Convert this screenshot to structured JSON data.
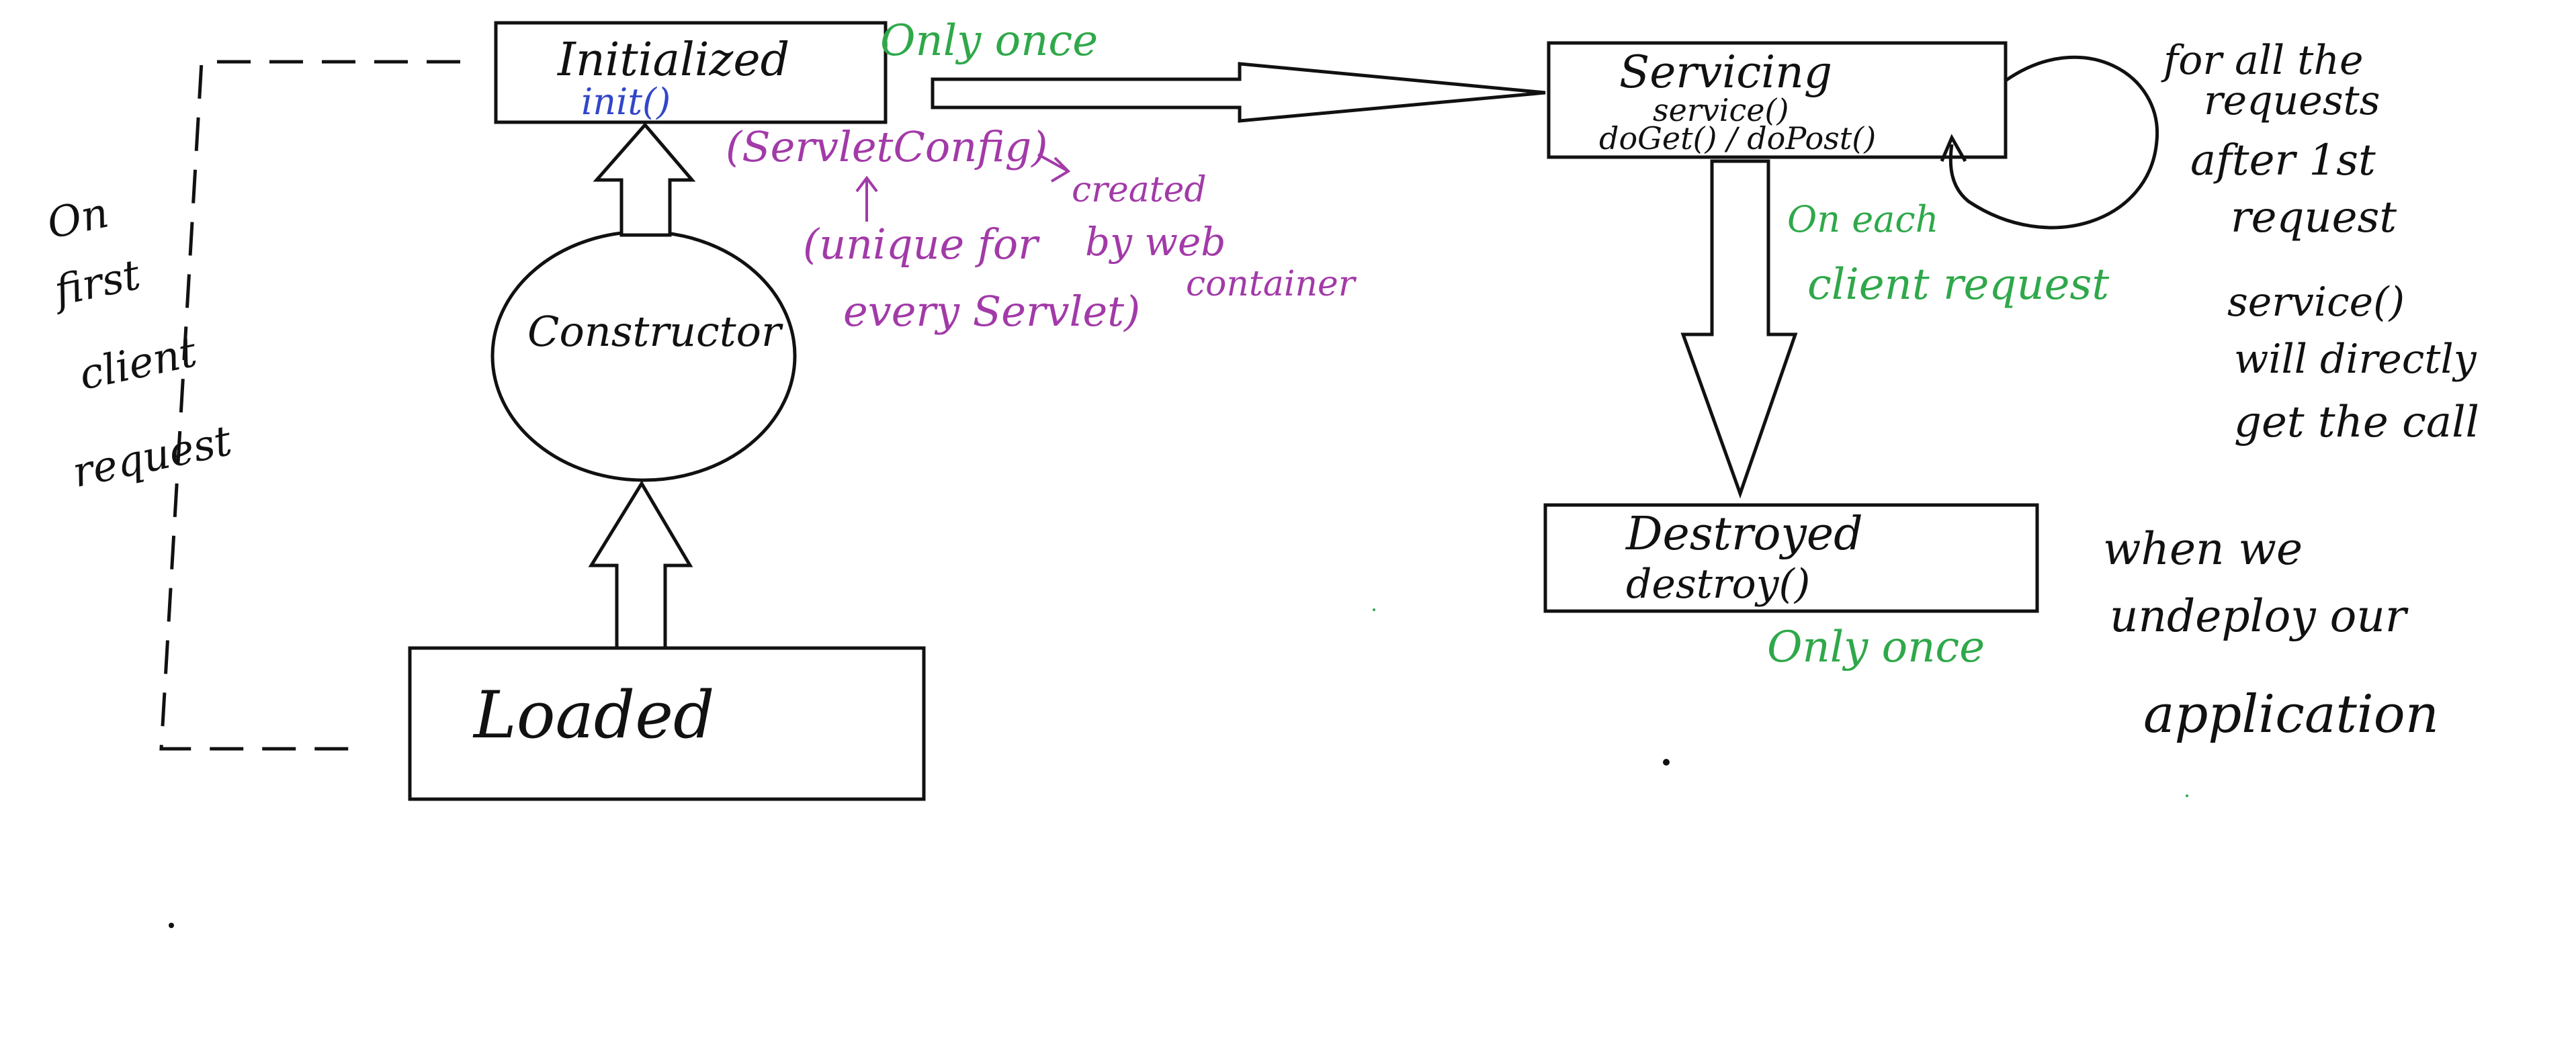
{
  "colors": {
    "ink": "#111111",
    "green_note": "#2fa84a",
    "purple_note": "#a23aa8",
    "blue_method": "#3246c8"
  },
  "states": {
    "initialized": {
      "title": "Initialized",
      "method": "init()"
    },
    "servicing": {
      "title": "Servicing",
      "method": "service()",
      "methods2": "doGet() / doPost()"
    },
    "destroyed": {
      "title": "Destroyed",
      "method": "destroy()"
    },
    "loaded": {
      "title": "Loaded"
    },
    "constructor": {
      "title": "Constructor"
    }
  },
  "notes": {
    "only_once_top": "Only once",
    "only_once_bottom": "Only once",
    "on_each_request": [
      "On each",
      "client request"
    ],
    "first_request": [
      "On",
      "first",
      "client",
      "request"
    ],
    "servletconfig": "(ServletConfig)",
    "created": "created",
    "by_container": [
      "by web",
      "container"
    ],
    "unique": [
      "(unique for",
      "every Servlet)"
    ],
    "all_requests": [
      "for all the",
      "requests",
      "after 1st",
      "request",
      "service()",
      "will directly",
      "get the call"
    ],
    "undeploy": [
      "when we",
      "undeploy our",
      "application"
    ]
  }
}
